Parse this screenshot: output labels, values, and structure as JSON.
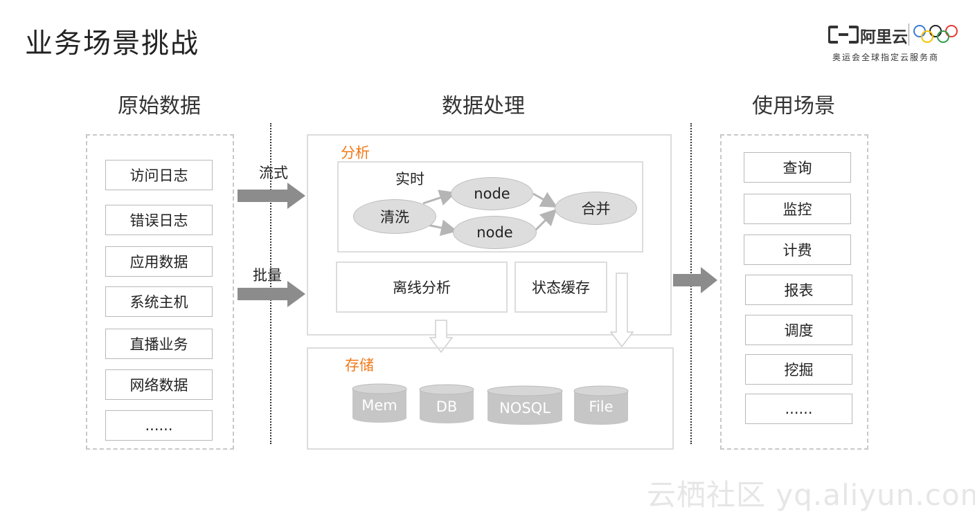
{
  "slide": {
    "title": "业务场景挑战"
  },
  "logo": {
    "brand": "阿里云",
    "tagline": "奥运会全球指定云服务商"
  },
  "columns": {
    "raw": "原始数据",
    "processing": "数据处理",
    "usage": "使用场景"
  },
  "raw_items": [
    "访问日志",
    "错误日志",
    "应用数据",
    "系统主机",
    "直播业务",
    "网络数据",
    "......"
  ],
  "flow_labels": {
    "stream": "流式",
    "batch": "批量"
  },
  "analysis": {
    "label": "分析",
    "realtime": {
      "label": "实时",
      "nodes": {
        "clean": "清洗",
        "node_top": "node",
        "node_bottom": "node",
        "merge": "合并"
      }
    },
    "offline": "离线分析",
    "state_cache": "状态缓存"
  },
  "storage": {
    "label": "存储",
    "items": [
      "Mem",
      "DB",
      "NOSQL",
      "File"
    ]
  },
  "usage_items": [
    "查询",
    "监控",
    "计费",
    "报表",
    "调度",
    "挖掘",
    "......"
  ],
  "watermark": "云栖社区 yq.aliyun.com",
  "colors": {
    "accent": "#f07a1a",
    "arrow": "#8c8c8c",
    "ellipse": "#dddddd",
    "cylinder": "#c6c6c6"
  }
}
